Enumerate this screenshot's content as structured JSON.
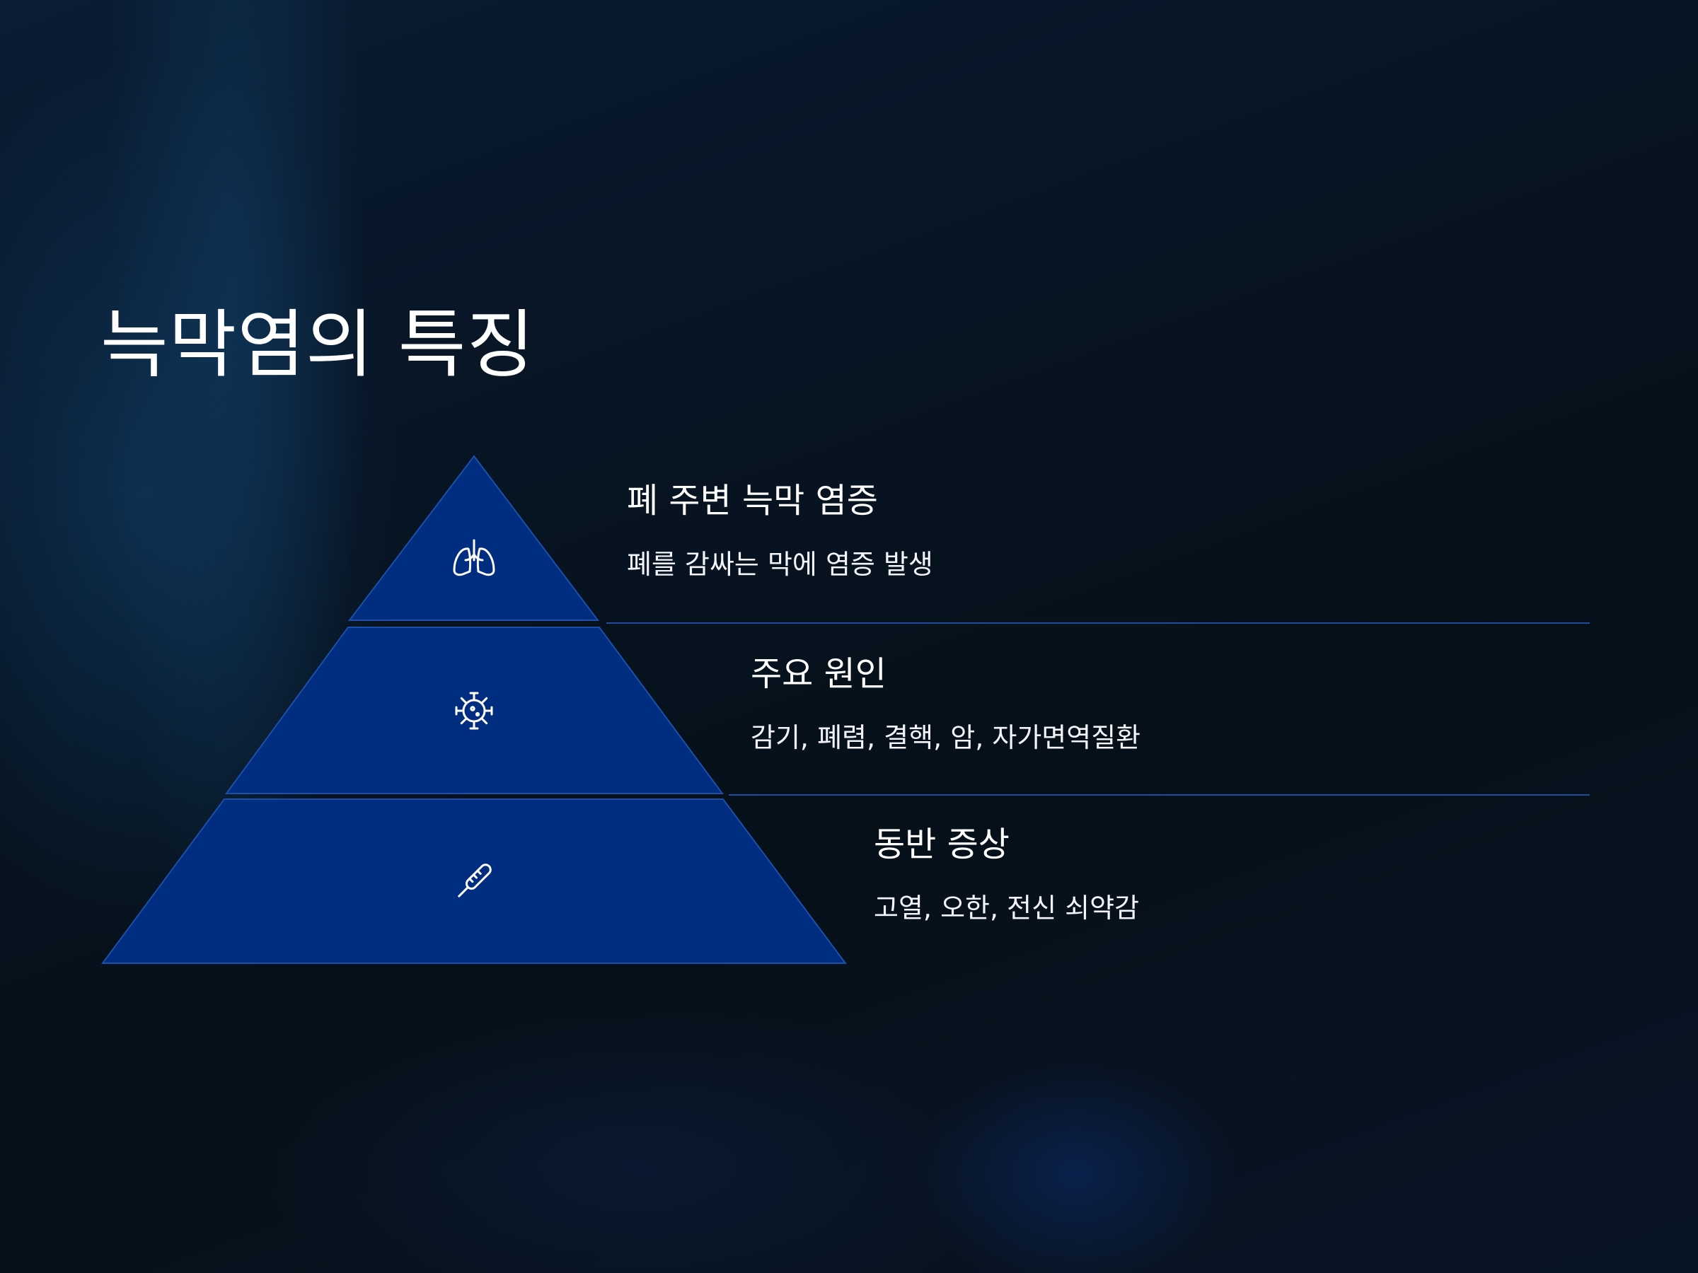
{
  "slide": {
    "title": "늑막염의 특징",
    "tiers": [
      {
        "heading": "폐 주변 늑막 염증",
        "description": "폐를 감싸는 막에 염증 발생",
        "icon": "lungs-icon"
      },
      {
        "heading": "주요 원인",
        "description": "감기, 폐렴, 결핵, 암, 자가면역질환",
        "icon": "virus-icon"
      },
      {
        "heading": "동반 증상",
        "description": "고열, 오한, 전신 쇠약감",
        "icon": "thermometer-icon"
      }
    ]
  },
  "colors": {
    "background": "#071423",
    "pyramid_fill": "#002d80",
    "pyramid_stroke": "#1d4ea8",
    "divider": "#1f4d9c",
    "text": "#ffffff"
  }
}
